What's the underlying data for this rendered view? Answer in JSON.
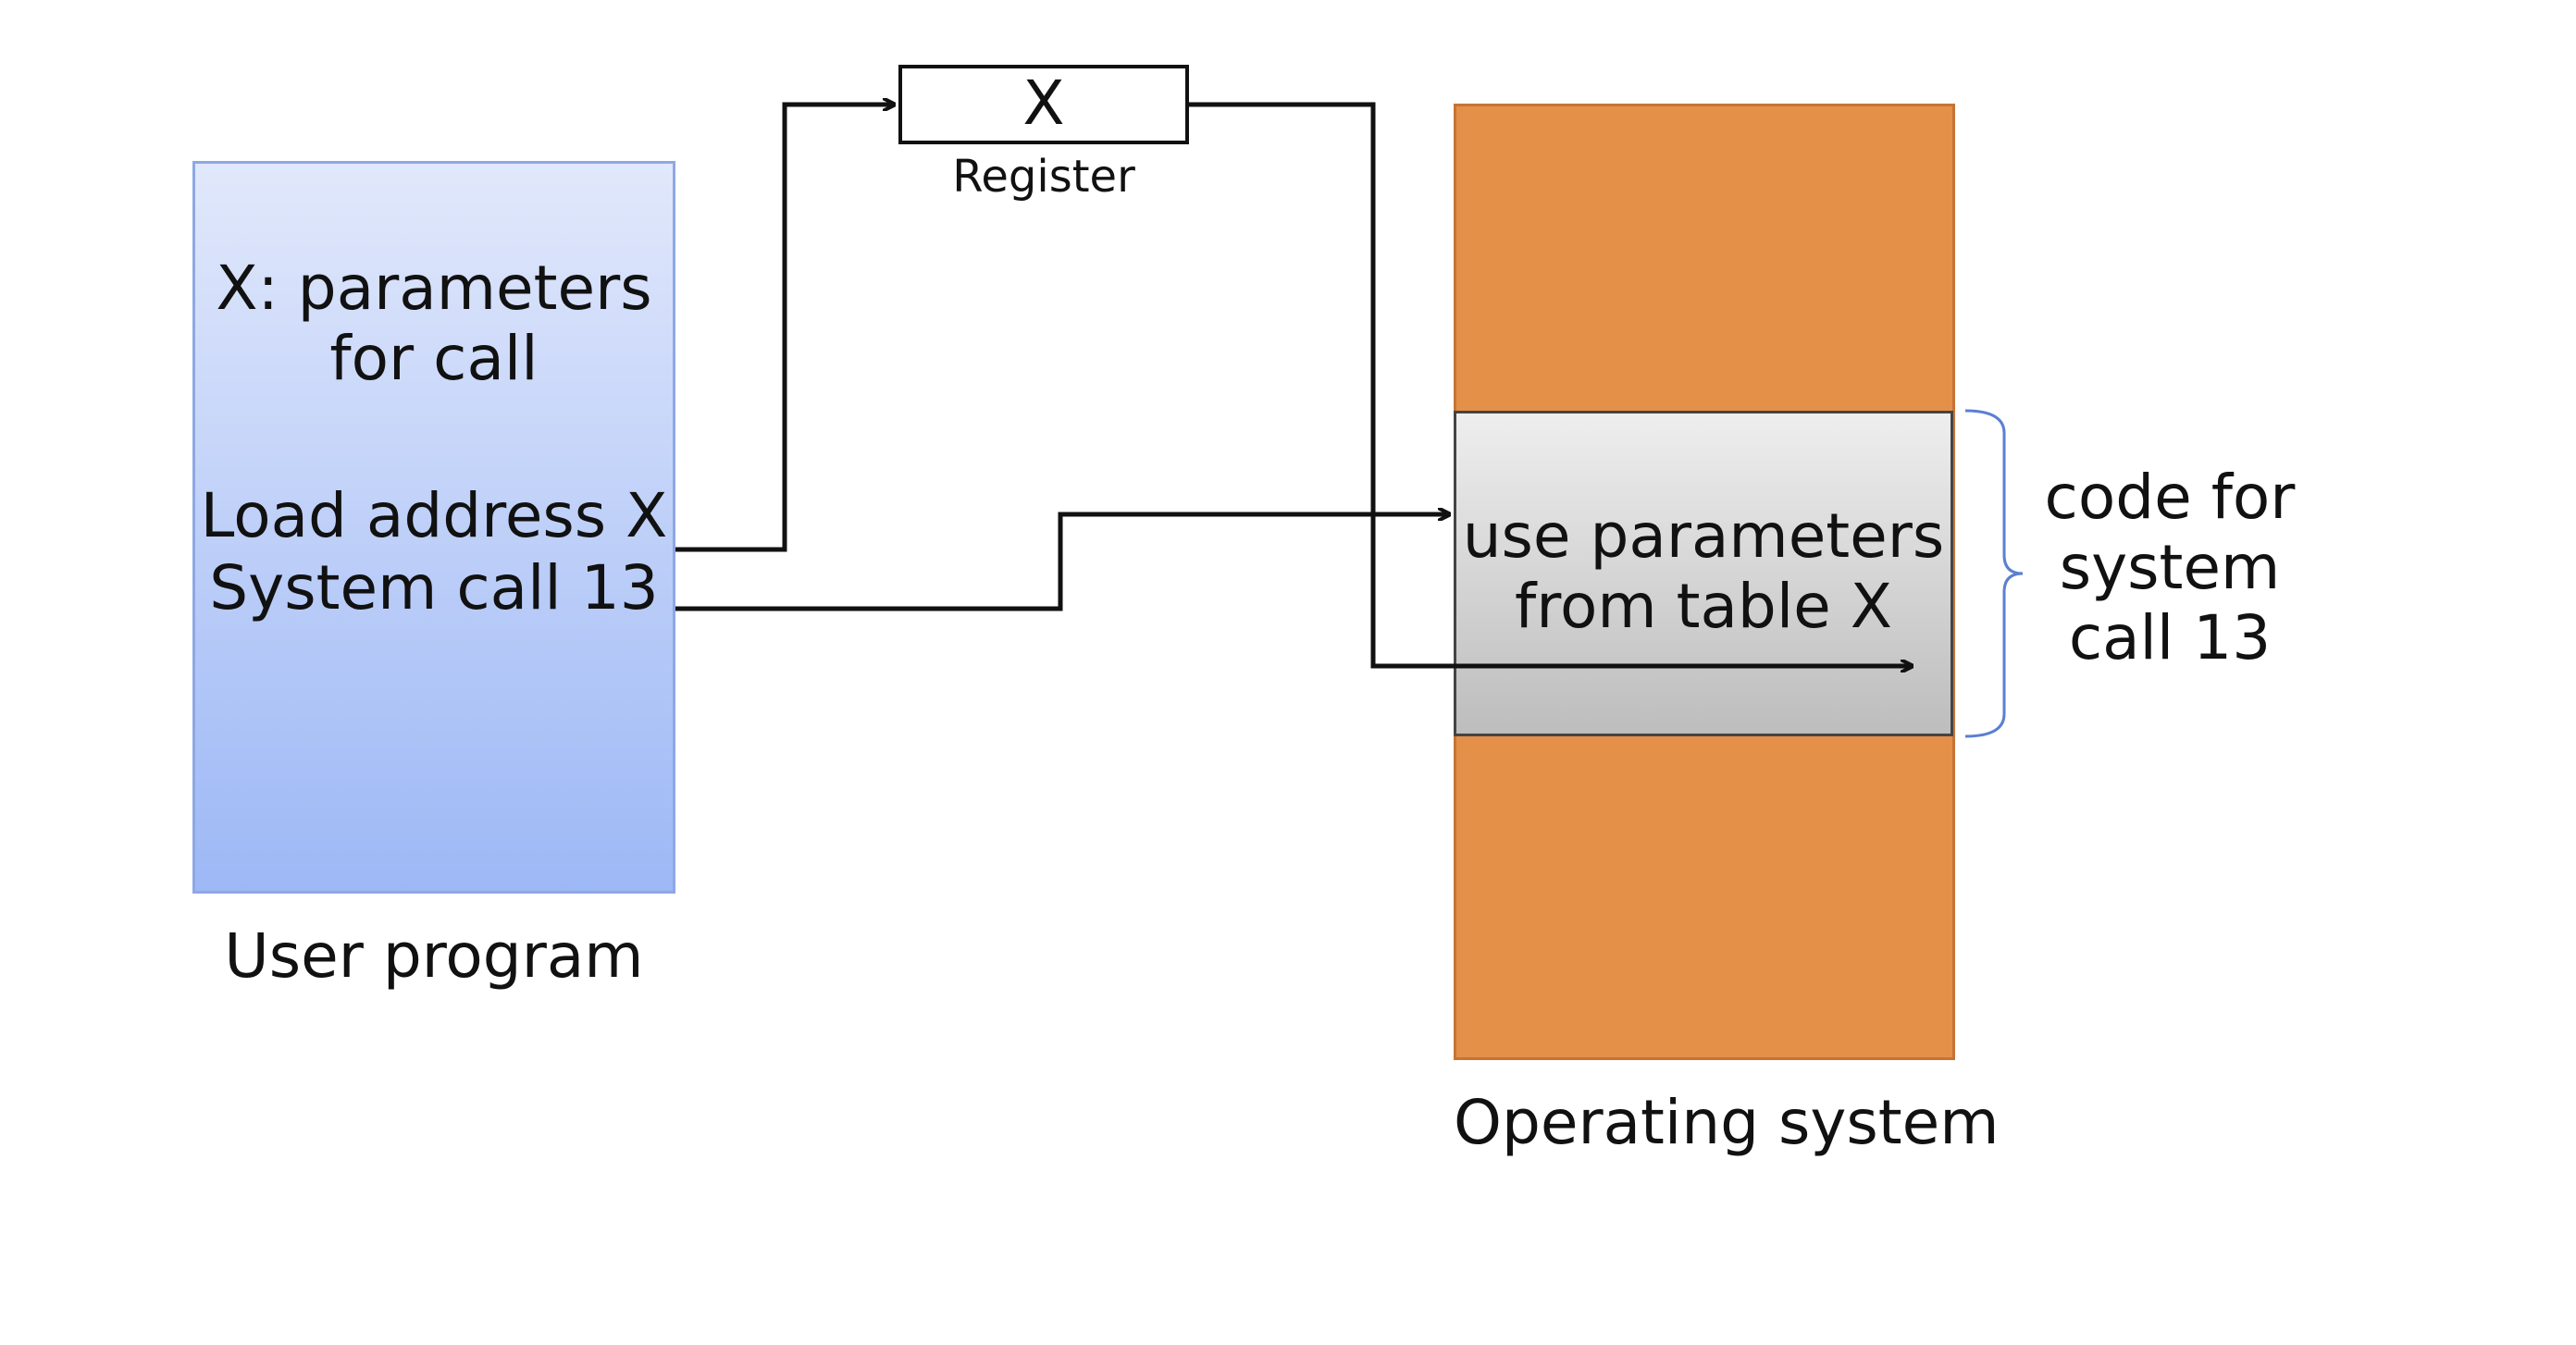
{
  "user_program": {
    "params_text": "X: parameters\nfor call",
    "code_line_1": "Load address X",
    "code_line_2": "System call 13",
    "label": "User program"
  },
  "register": {
    "value": "X",
    "label": "Register"
  },
  "operating_system": {
    "code_text": "use parameters\nfrom table X",
    "label": "Operating system",
    "brace_label": "code for\nsystem\ncall 13"
  },
  "colors": {
    "user_box": "#9db8f6",
    "os_box": "#e49049",
    "code_box": "#bdbdbd",
    "line": "#111111"
  }
}
